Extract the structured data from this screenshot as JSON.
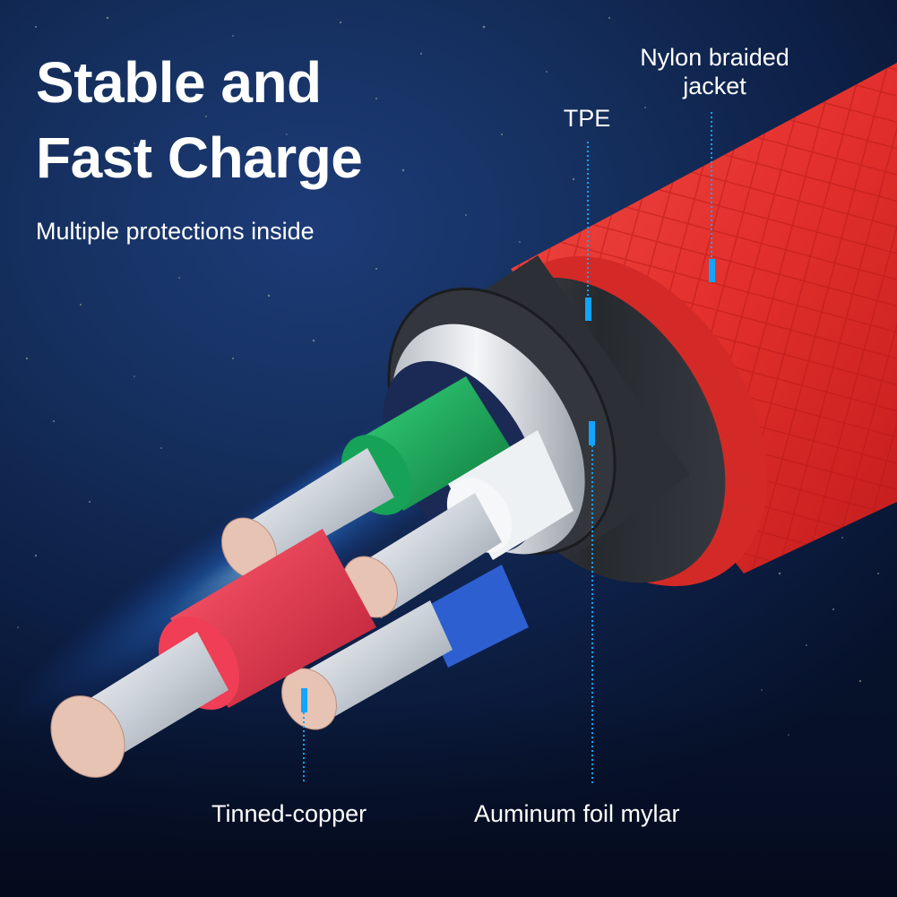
{
  "headline": {
    "line1": "Stable and",
    "line2": "Fast Charge",
    "subtitle": "Multiple protections inside"
  },
  "callouts": [
    {
      "id": "nylon",
      "label_line1": "Nylon braided",
      "label_line2": "jacket"
    },
    {
      "id": "tpe",
      "label": "TPE"
    },
    {
      "id": "tinned",
      "label": "Tinned-copper"
    },
    {
      "id": "foil",
      "label": "Auminum foil mylar"
    }
  ],
  "colors": {
    "background": "#15305f",
    "jacket_red": "#e8322f",
    "tpe_black": "#2a2d33",
    "foil_silver": "#d8dce2",
    "wire_green": "#1ea85a",
    "wire_red": "#e5334a",
    "wire_white": "#f2f4f7",
    "wire_blue": "#2d5fd0",
    "copper": "#e7c3b3",
    "callout_blue": "#12a4ff"
  }
}
